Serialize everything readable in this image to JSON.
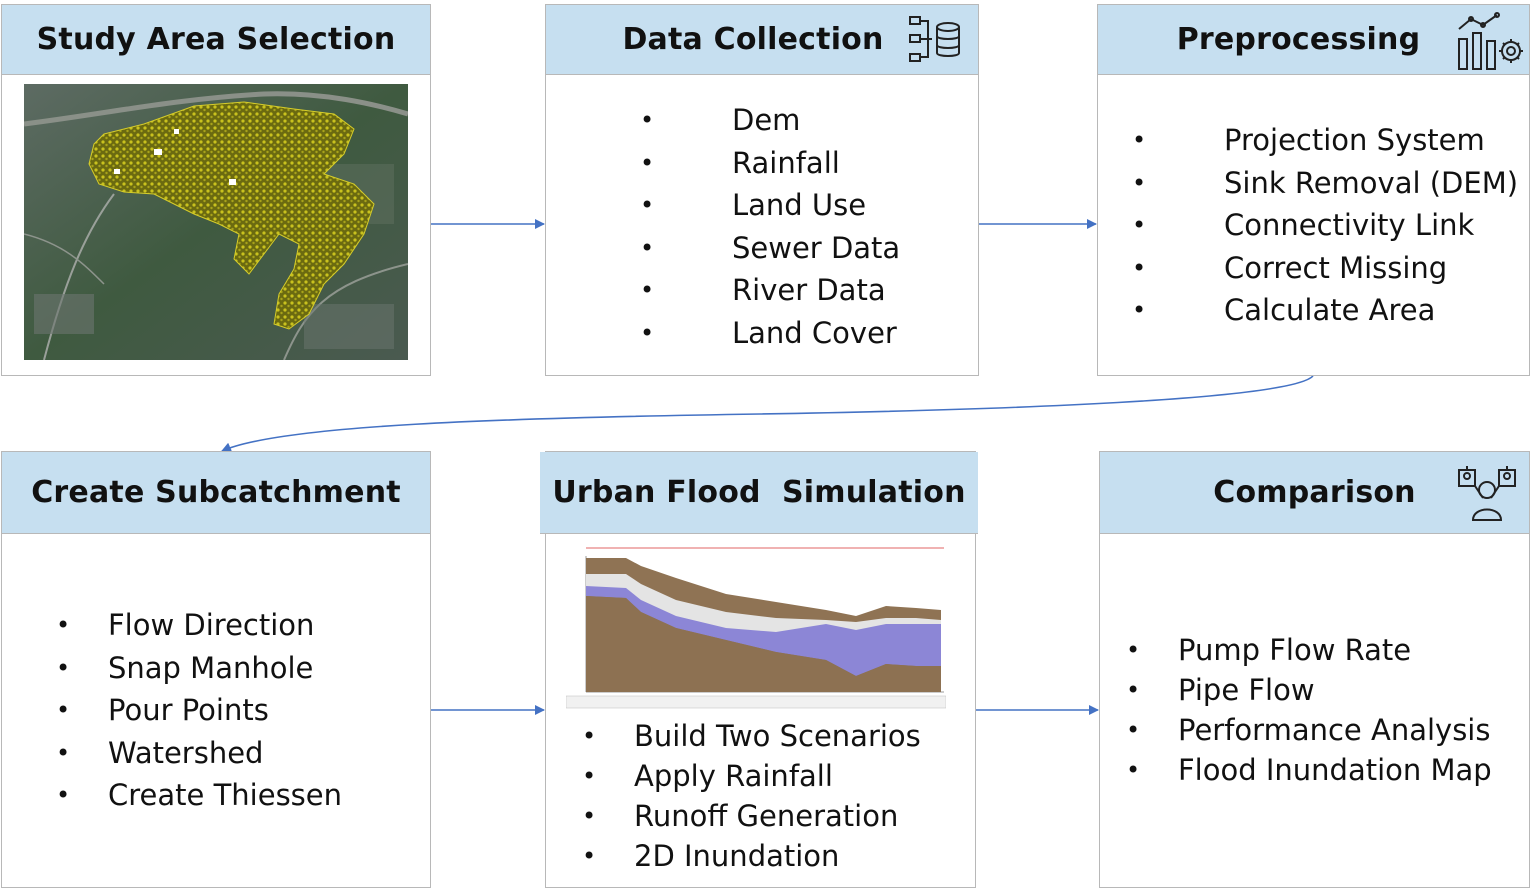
{
  "colors": {
    "header_bg": "#c6dff0",
    "border": "#b8b8b8",
    "arrow": "#4472c4"
  },
  "boxes": {
    "study_area": {
      "title": "Study Area Selection"
    },
    "data_collection": {
      "title": "Data Collection",
      "icon": "database-network-icon",
      "items": [
        "Dem",
        "Rainfall",
        "Land Use",
        "Sewer Data",
        "River Data",
        "Land Cover"
      ]
    },
    "preprocessing": {
      "title": "Preprocessing",
      "icon": "analytics-gear-icon",
      "items": [
        "Projection System",
        "Sink Removal (DEM)",
        "Connectivity Link",
        "Correct Missing",
        "Calculate Area"
      ]
    },
    "subcatchment": {
      "title": "Create Subcatchment",
      "items": [
        "Flow Direction",
        "Snap Manhole",
        "Pour Points",
        "Watershed",
        "Create Thiessen"
      ]
    },
    "simulation": {
      "title": "Urban Flood  Simulation",
      "items": [
        "Build Two Scenarios",
        "Apply Rainfall",
        "Runoff Generation",
        "2D Inundation"
      ]
    },
    "comparison": {
      "title": "Comparison",
      "icon": "person-presentation-icon",
      "items": [
        "Pump Flow Rate",
        "Pipe Flow",
        "Performance Analysis",
        "Flood Inundation Map"
      ]
    }
  }
}
